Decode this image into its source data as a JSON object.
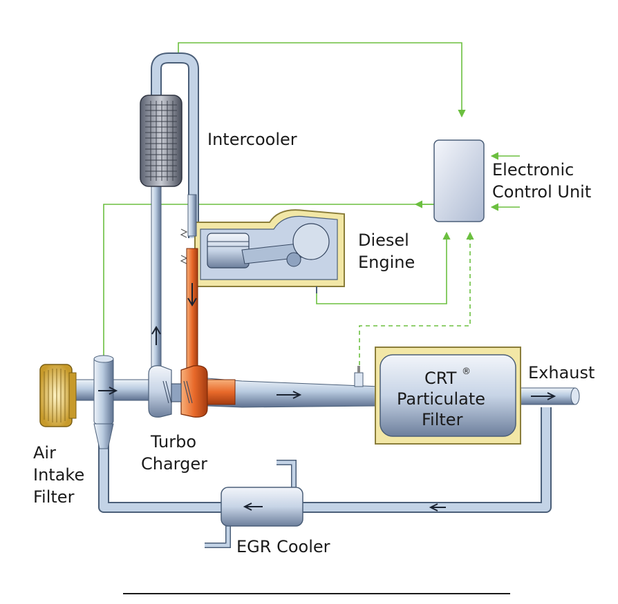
{
  "labels": {
    "intercooler": "Intercooler",
    "ecu_line1": "Electronic",
    "ecu_line2": "Control Unit",
    "engine_line1": "Diesel",
    "engine_line2": "Engine",
    "exhaust": "Exhaust",
    "crt_line1": "CRT",
    "crt_reg": "®",
    "crt_line2": "Particulate",
    "crt_line3": "Filter",
    "turbo_line1": "Turbo",
    "turbo_line2": "Charger",
    "air_line1": "Air",
    "air_line2": "Intake",
    "air_line3": "Filter",
    "egr": "EGR Cooler"
  },
  "colors": {
    "pipe": "#b9cbe0",
    "pipe_edge": "#4a5e78",
    "hot": "#e8692a",
    "signal": "#6bbf3f",
    "filter_frame": "#f2e7a6",
    "filter_edge": "#8a7d3a",
    "engine_frame": "#f2e7a6"
  }
}
